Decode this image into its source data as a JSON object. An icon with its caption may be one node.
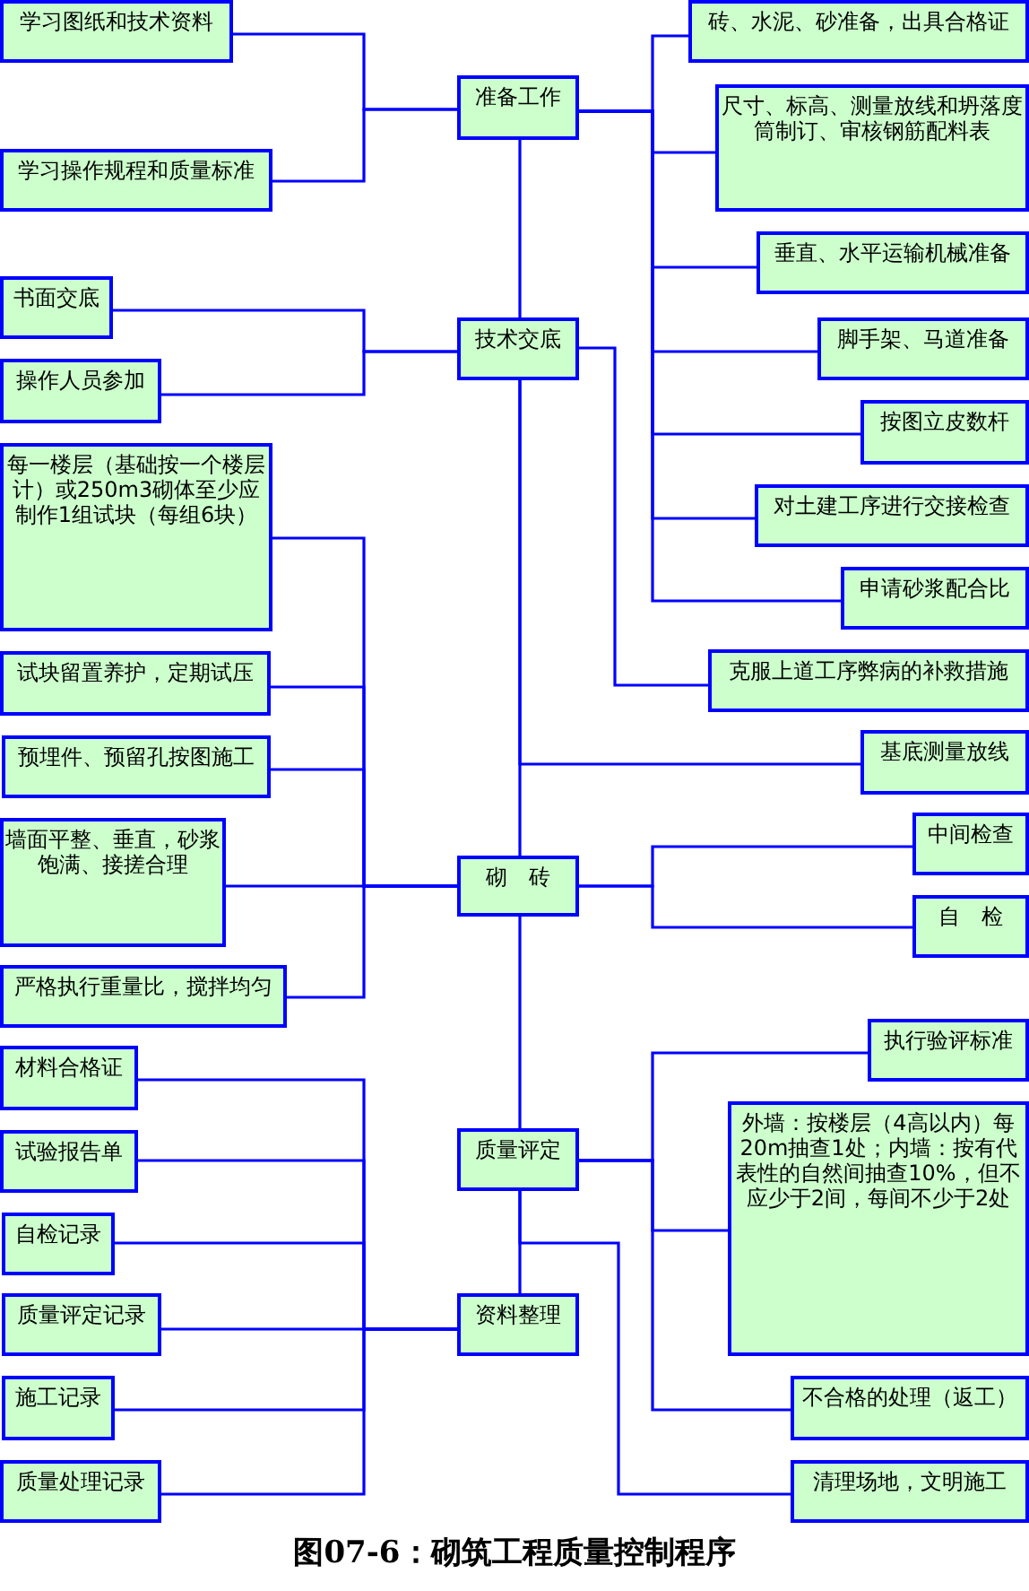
{
  "diagram": {
    "caption": "图07-6：砌筑工程质量控制程序",
    "nodes": [
      {
        "text": [
          "学习图纸和技术资料"
        ]
      },
      {
        "text": [
          "砖、水泥、砂准备，出具合格证"
        ]
      },
      {
        "text": [
          "准备工作"
        ]
      },
      {
        "text": [
          "尺寸、标高、测量放线和坍落度筒制订、审核钢筋配料表"
        ]
      },
      {
        "text": [
          "学习操作规程和质量标准"
        ]
      },
      {
        "text": [
          "垂直、水平运输机械准备"
        ]
      },
      {
        "text": [
          "书面交底"
        ]
      },
      {
        "text": [
          "技术交底"
        ]
      },
      {
        "text": [
          "脚手架、马道准备"
        ]
      },
      {
        "text": [
          "操作人员参加"
        ]
      },
      {
        "text": [
          "按图立皮数杆"
        ]
      },
      {
        "text": [
          "每一楼层（基础按一个楼层计）或250m3砌体至少应制作1组试块（每组6块）"
        ]
      },
      {
        "text": [
          "对土建工序进行交接检查"
        ]
      },
      {
        "text": [
          "申请砂浆配合比"
        ]
      },
      {
        "text": [
          "克服上道工序弊病的补救措施"
        ]
      },
      {
        "text": [
          "试块留置养护，定期试压"
        ]
      },
      {
        "text": [
          "基底测量放线"
        ]
      },
      {
        "text": [
          "预埋件、预留孔按图施工"
        ]
      },
      {
        "text": [
          "中间检查"
        ]
      },
      {
        "text": [
          "墙面平整、垂直，砂浆饱满、接搓合理"
        ]
      },
      {
        "text": [
          "砌　砖"
        ]
      },
      {
        "text": [
          "自　检"
        ]
      },
      {
        "text": [
          "严格执行重量比，搅拌均匀"
        ]
      },
      {
        "text": [
          "执行验评标准"
        ]
      },
      {
        "text": [
          "材料合格证"
        ]
      },
      {
        "text": [
          "外墙：按楼层（4高以内）每20m抽查1处；内墙：按有代表性的自然间抽查10%，但不应少于2间，每间不少于2处"
        ]
      },
      {
        "text": [
          "质量评定"
        ]
      },
      {
        "text": [
          "试验报告单"
        ]
      },
      {
        "text": [
          "自检记录"
        ]
      },
      {
        "text": [
          "资料整理"
        ]
      },
      {
        "text": [
          "质量评定记录"
        ]
      },
      {
        "text": [
          "施工记录"
        ]
      },
      {
        "text": [
          "不合格的处理（返工）"
        ]
      },
      {
        "text": [
          "质量处理记录"
        ]
      },
      {
        "text": [
          "清理场地，文明施工"
        ]
      }
    ],
    "edges": [
      {
        "from": 0,
        "to": 2,
        "arrow": "none"
      },
      {
        "from": 4,
        "to": 2,
        "arrow": "none"
      },
      {
        "from": 2,
        "to": 1,
        "arrow": "none"
      },
      {
        "from": 2,
        "to": 3,
        "arrow": "none"
      },
      {
        "from": 2,
        "to": 5,
        "arrow": "none"
      },
      {
        "from": 2,
        "to": 8,
        "arrow": "none"
      },
      {
        "from": 2,
        "to": 10,
        "arrow": "none"
      },
      {
        "from": 2,
        "to": 12,
        "arrow": "none"
      },
      {
        "from": 2,
        "to": 13,
        "arrow": "none"
      },
      {
        "from": 2,
        "to": 7,
        "arrow": "none"
      },
      {
        "from": 6,
        "to": 7,
        "arrow": "none"
      },
      {
        "from": 9,
        "to": 7,
        "arrow": "none"
      },
      {
        "from": 7,
        "to": 14,
        "arrow": "none"
      },
      {
        "from": 7,
        "to": 16,
        "arrow": "none"
      },
      {
        "from": 7,
        "to": 20,
        "arrow": "none"
      },
      {
        "from": 11,
        "to": 20,
        "arrow": "none"
      },
      {
        "from": 15,
        "to": 20,
        "arrow": "none"
      },
      {
        "from": 17,
        "to": 20,
        "arrow": "none"
      },
      {
        "from": 19,
        "to": 20,
        "arrow": "none"
      },
      {
        "from": 22,
        "to": 20,
        "arrow": "none"
      },
      {
        "from": 20,
        "to": 18,
        "arrow": "none"
      },
      {
        "from": 20,
        "to": 21,
        "arrow": "none"
      },
      {
        "from": 20,
        "to": 26,
        "arrow": "none"
      },
      {
        "from": 26,
        "to": 23,
        "arrow": "none"
      },
      {
        "from": 26,
        "to": 25,
        "arrow": "none"
      },
      {
        "from": 26,
        "to": 32,
        "arrow": "none"
      },
      {
        "from": 26,
        "to": 29,
        "arrow": "none"
      },
      {
        "from": 26,
        "to": 34,
        "arrow": "none"
      },
      {
        "from": 24,
        "to": 29,
        "arrow": "none"
      },
      {
        "from": 27,
        "to": 29,
        "arrow": "none"
      },
      {
        "from": 28,
        "to": 29,
        "arrow": "none"
      },
      {
        "from": 30,
        "to": 29,
        "arrow": "none"
      },
      {
        "from": 31,
        "to": 29,
        "arrow": "none"
      },
      {
        "from": 33,
        "to": 29,
        "arrow": "none"
      }
    ]
  }
}
